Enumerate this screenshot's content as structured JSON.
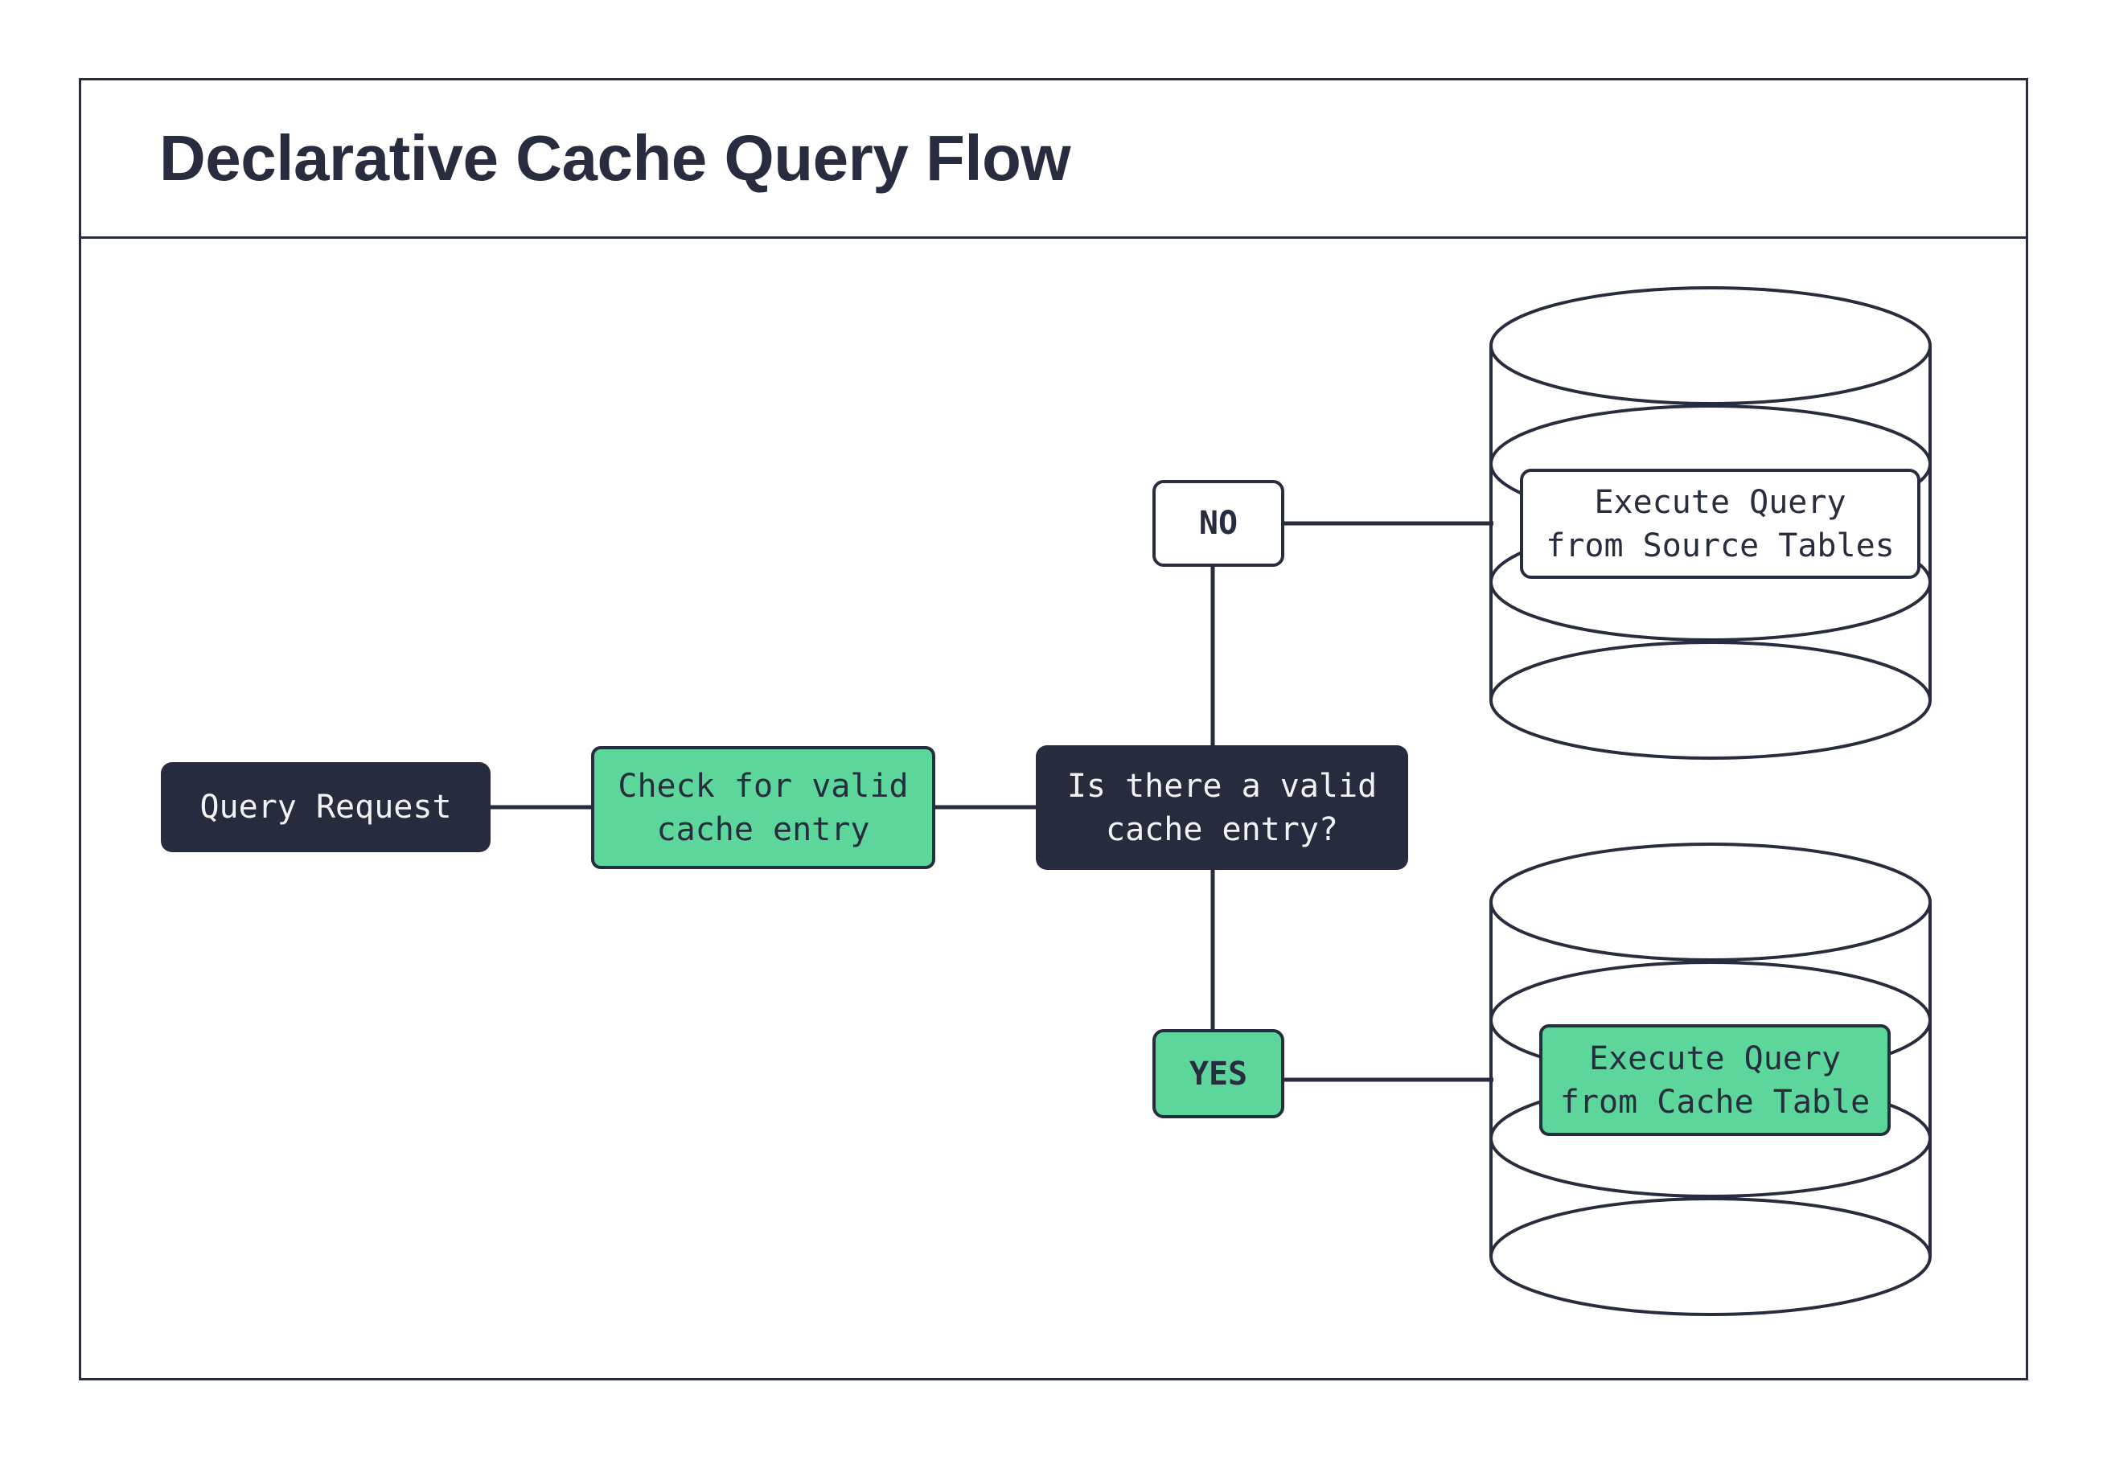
{
  "title": "Declarative Cache Query Flow",
  "colors": {
    "ink": "#272D3E",
    "green": "#5CD69A",
    "dark_box": "#262C3D",
    "text_on_dark": "#F2F3F5",
    "background": "#FFFFFF"
  },
  "nodes": {
    "query_request": {
      "label": "Query Request"
    },
    "check_cache": {
      "label": "Check for valid\ncache entry"
    },
    "decision": {
      "label": "Is there a valid\ncache entry?"
    },
    "branch_no": {
      "label": "NO"
    },
    "branch_yes": {
      "label": "YES"
    },
    "source_db": {
      "label": "Execute Query\nfrom Source Tables"
    },
    "cache_db": {
      "label": "Execute Query\nfrom Cache Table"
    }
  }
}
